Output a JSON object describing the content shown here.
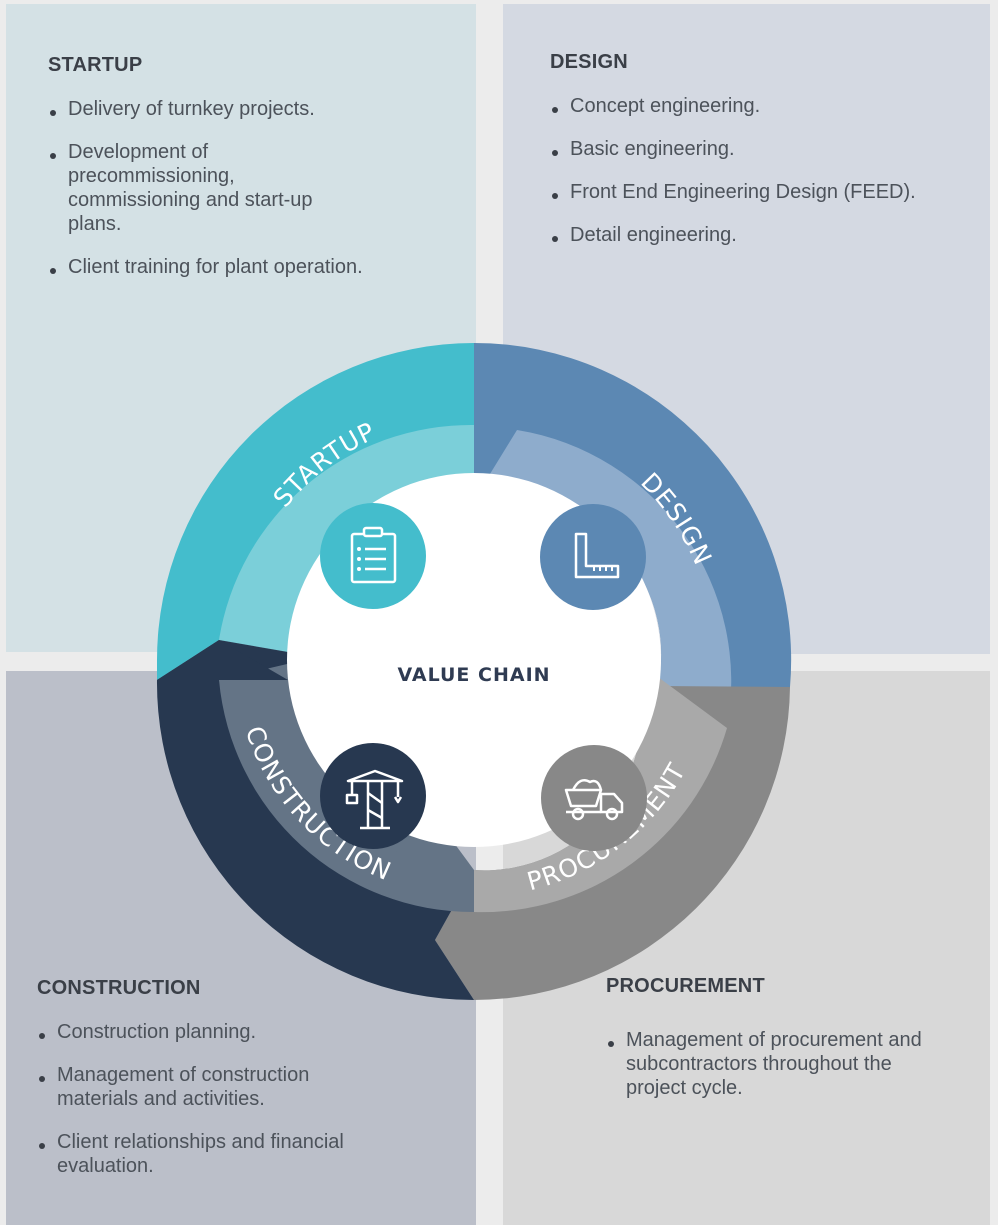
{
  "center_label": "VALUE CHAIN",
  "quadrants": {
    "startup": {
      "title": "STARTUP",
      "items": [
        "Delivery of turnkey projects.",
        "Development of precommissioning, commissioning and start-up plans.",
        "Client training for plant operation."
      ]
    },
    "design": {
      "title": "DESIGN",
      "items": [
        "Concept engineering.",
        "Basic engineering.",
        "Front End Engineering Design (FEED).",
        "Detail engineering."
      ]
    },
    "construction": {
      "title": "CONSTRUCTION",
      "items": [
        "Construction planning.",
        "Management of construction materials and activities.",
        "Client relationships and financial evaluation."
      ]
    },
    "procurement": {
      "title": "PROCUREMENT",
      "items": [
        "Management of procurement and subcontractors throughout the project cycle."
      ]
    }
  },
  "ring_labels": {
    "startup": "STARTUP",
    "design": "DESIGN",
    "procurement": "PROCUREMENT",
    "construction": "CONSTRUCTION"
  },
  "icons": {
    "startup": "clipboard-checklist-icon",
    "design": "ruler-square-icon",
    "procurement": "dump-truck-icon",
    "construction": "tower-crane-icon"
  },
  "colors": {
    "startup_outer": "#44bdcc",
    "startup_inner": "#7bcfd9",
    "design_outer": "#5c88b3",
    "design_inner": "#8eaccc",
    "procurement_outer": "#888888",
    "procurement_inner": "#a9a9a9",
    "construction_outer": "#273850",
    "construction_inner": "#647486"
  }
}
